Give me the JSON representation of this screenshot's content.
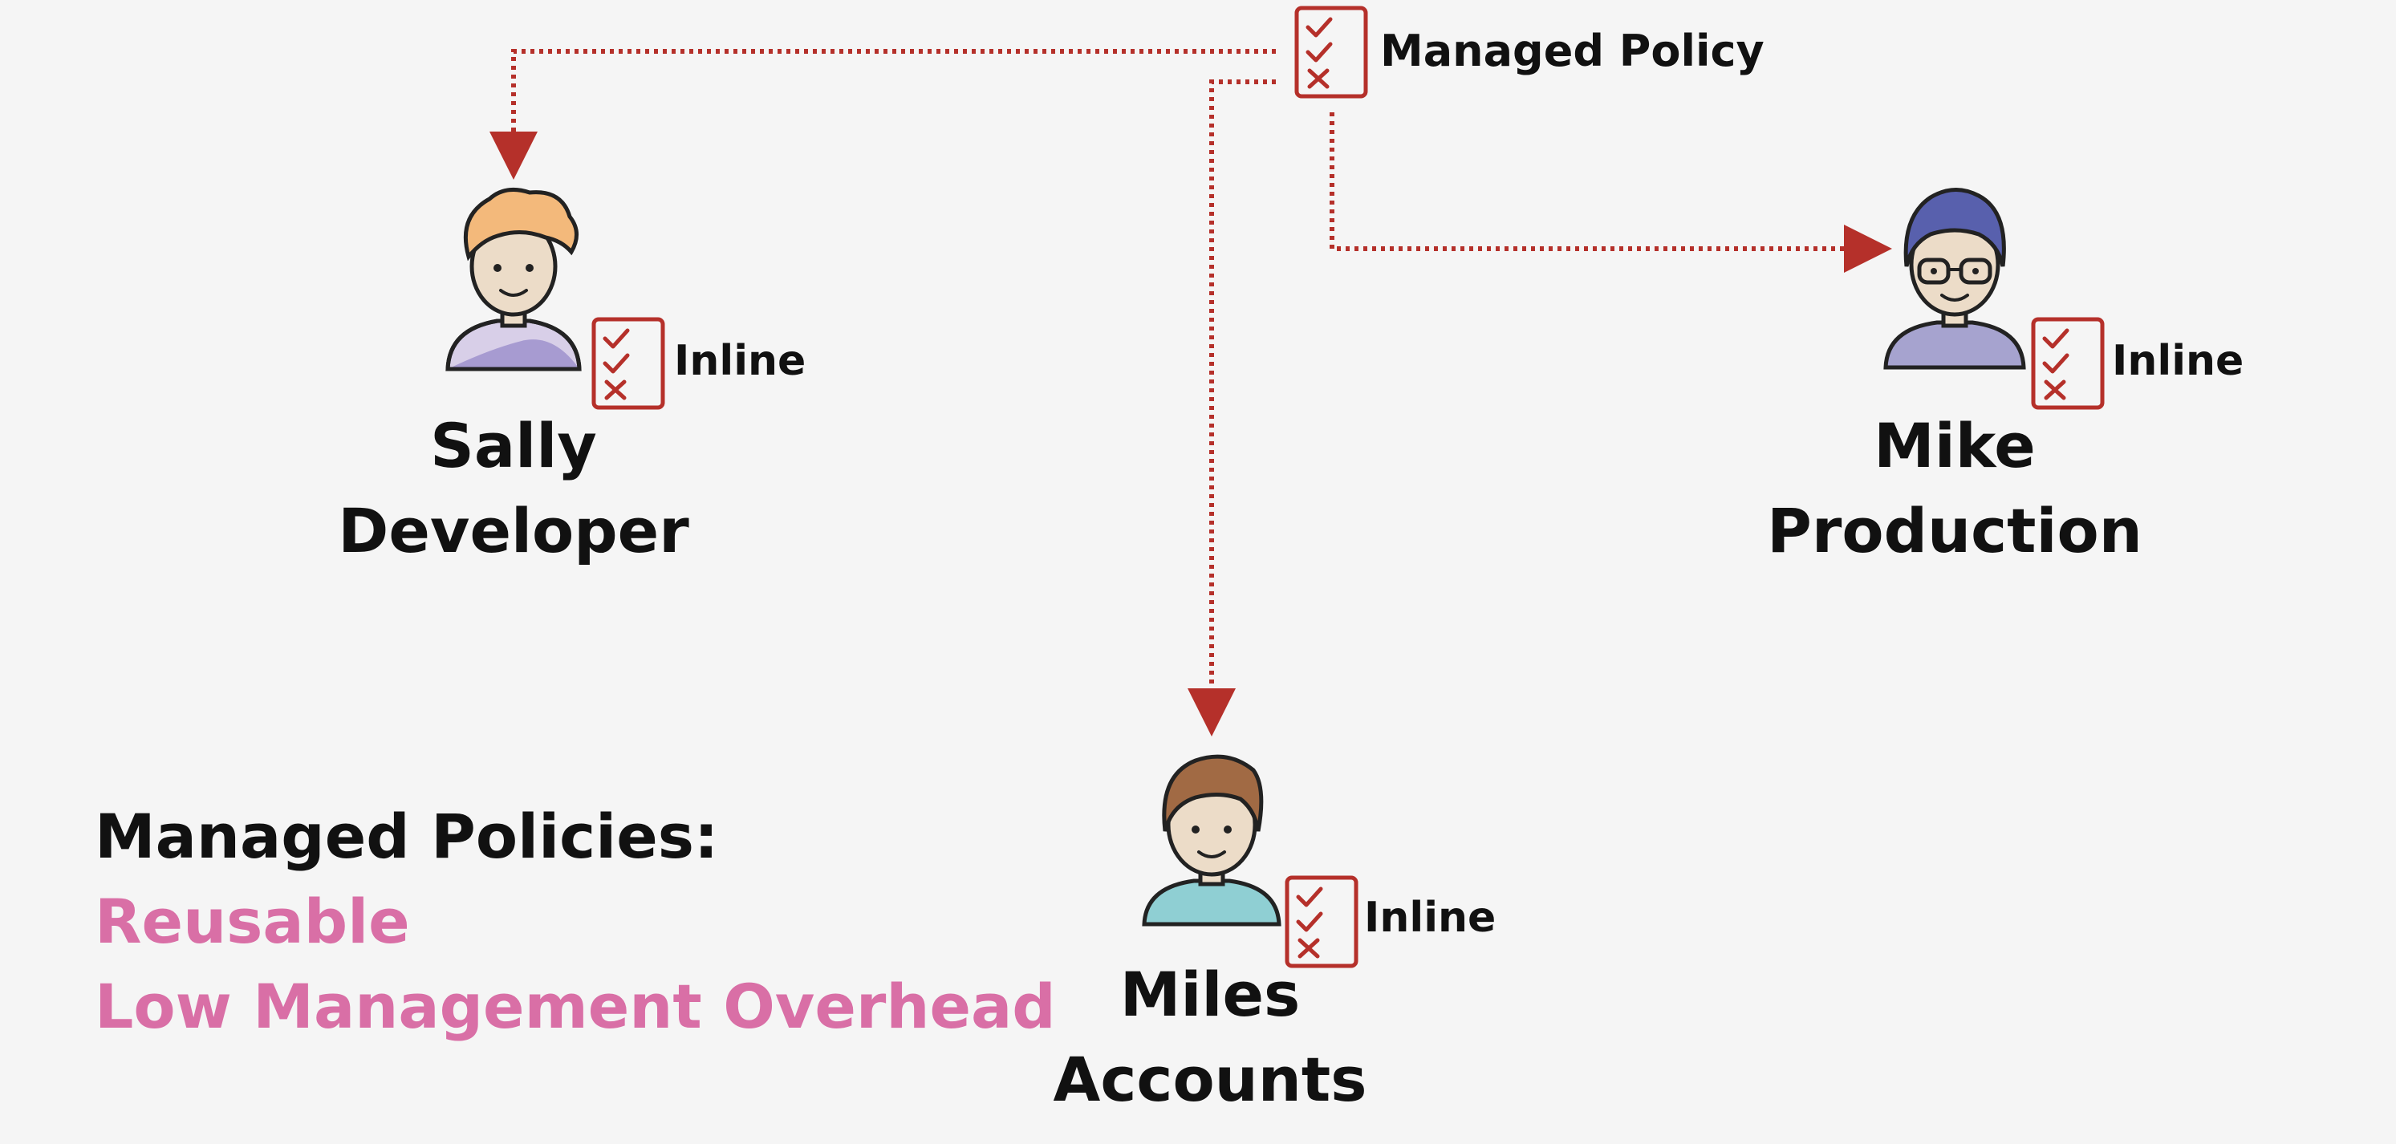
{
  "colors": {
    "background": "#f5f5f5",
    "arrow": "#b5302a",
    "policy_icon": "#b5302a",
    "note_highlight": "#d96fa6"
  },
  "managed_policy": {
    "label": "Managed Policy",
    "icon": "checklist-icon"
  },
  "users": [
    {
      "first": "Sally",
      "second": "Developer",
      "inline_label": "Inline",
      "avatar": "curly-hair-avatar"
    },
    {
      "first": "Mike",
      "second": "Production",
      "inline_label": "Inline",
      "avatar": "glasses-avatar"
    },
    {
      "first": "Miles",
      "second": "Accounts",
      "inline_label": "Inline",
      "avatar": "brown-hair-avatar"
    }
  ],
  "note": {
    "heading": "Managed Policies:",
    "points": [
      "Reusable",
      "Low Management Overhead"
    ]
  }
}
